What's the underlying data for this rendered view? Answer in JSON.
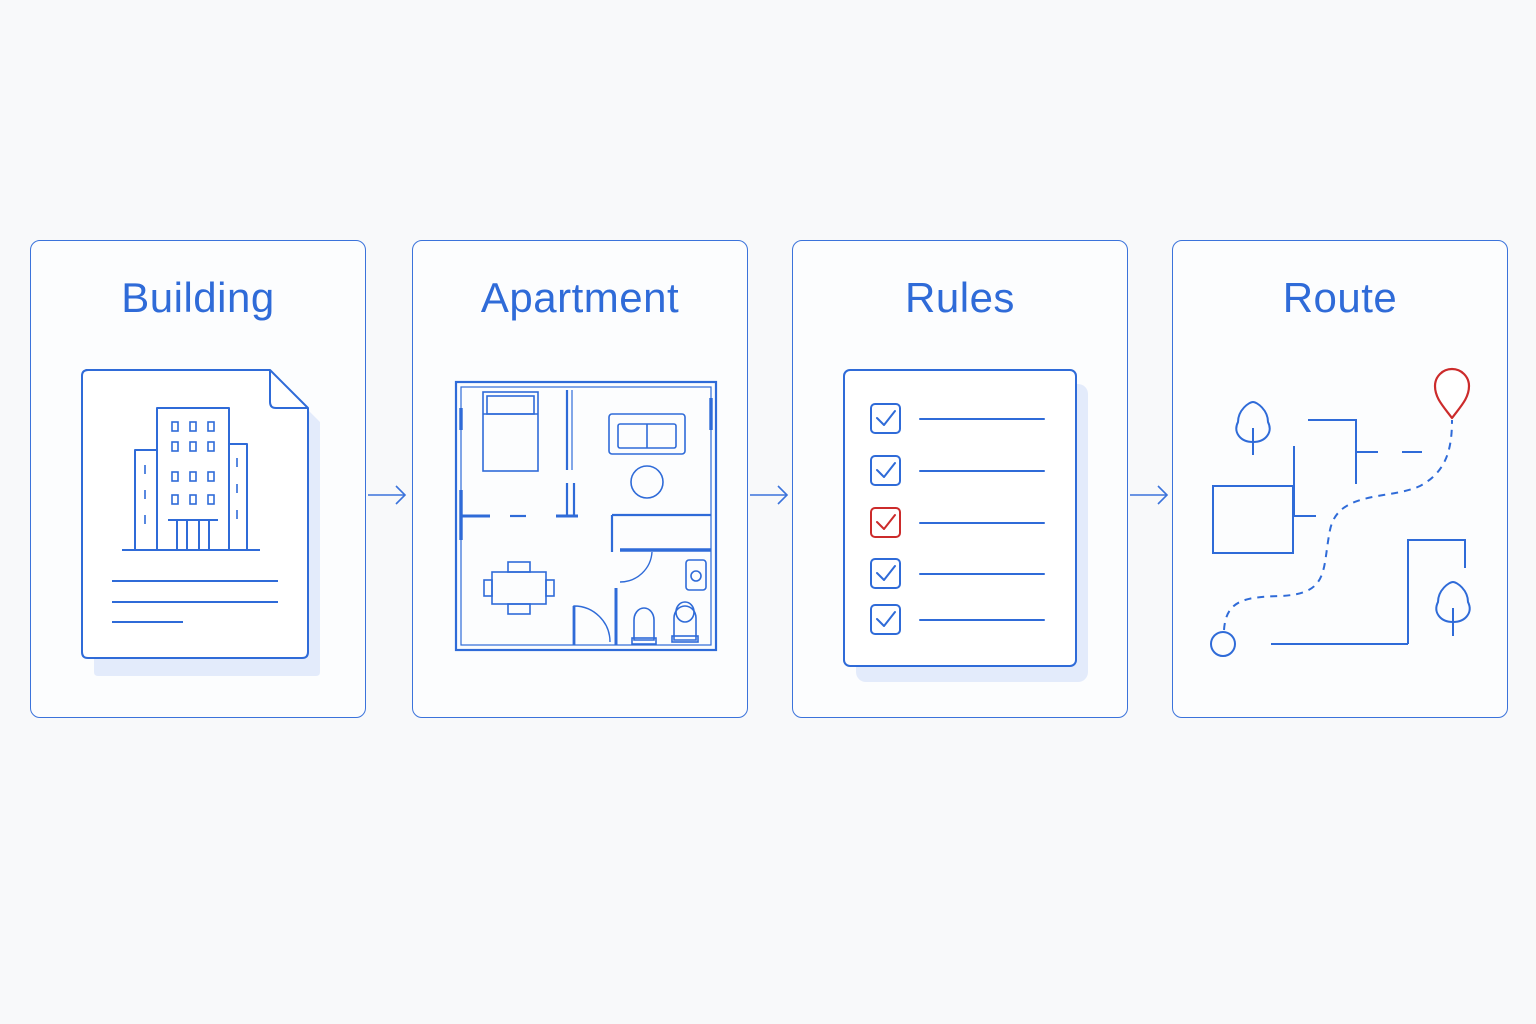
{
  "steps": [
    {
      "title": "Building",
      "icon": "building-document-icon"
    },
    {
      "title": "Apartment",
      "icon": "floor-plan-icon"
    },
    {
      "title": "Rules",
      "icon": "checklist-icon"
    },
    {
      "title": "Route",
      "icon": "route-map-icon"
    }
  ],
  "colors": {
    "line": "#2f6bd8",
    "accent": "#cc2b2b",
    "background": "#f8f9fa"
  }
}
